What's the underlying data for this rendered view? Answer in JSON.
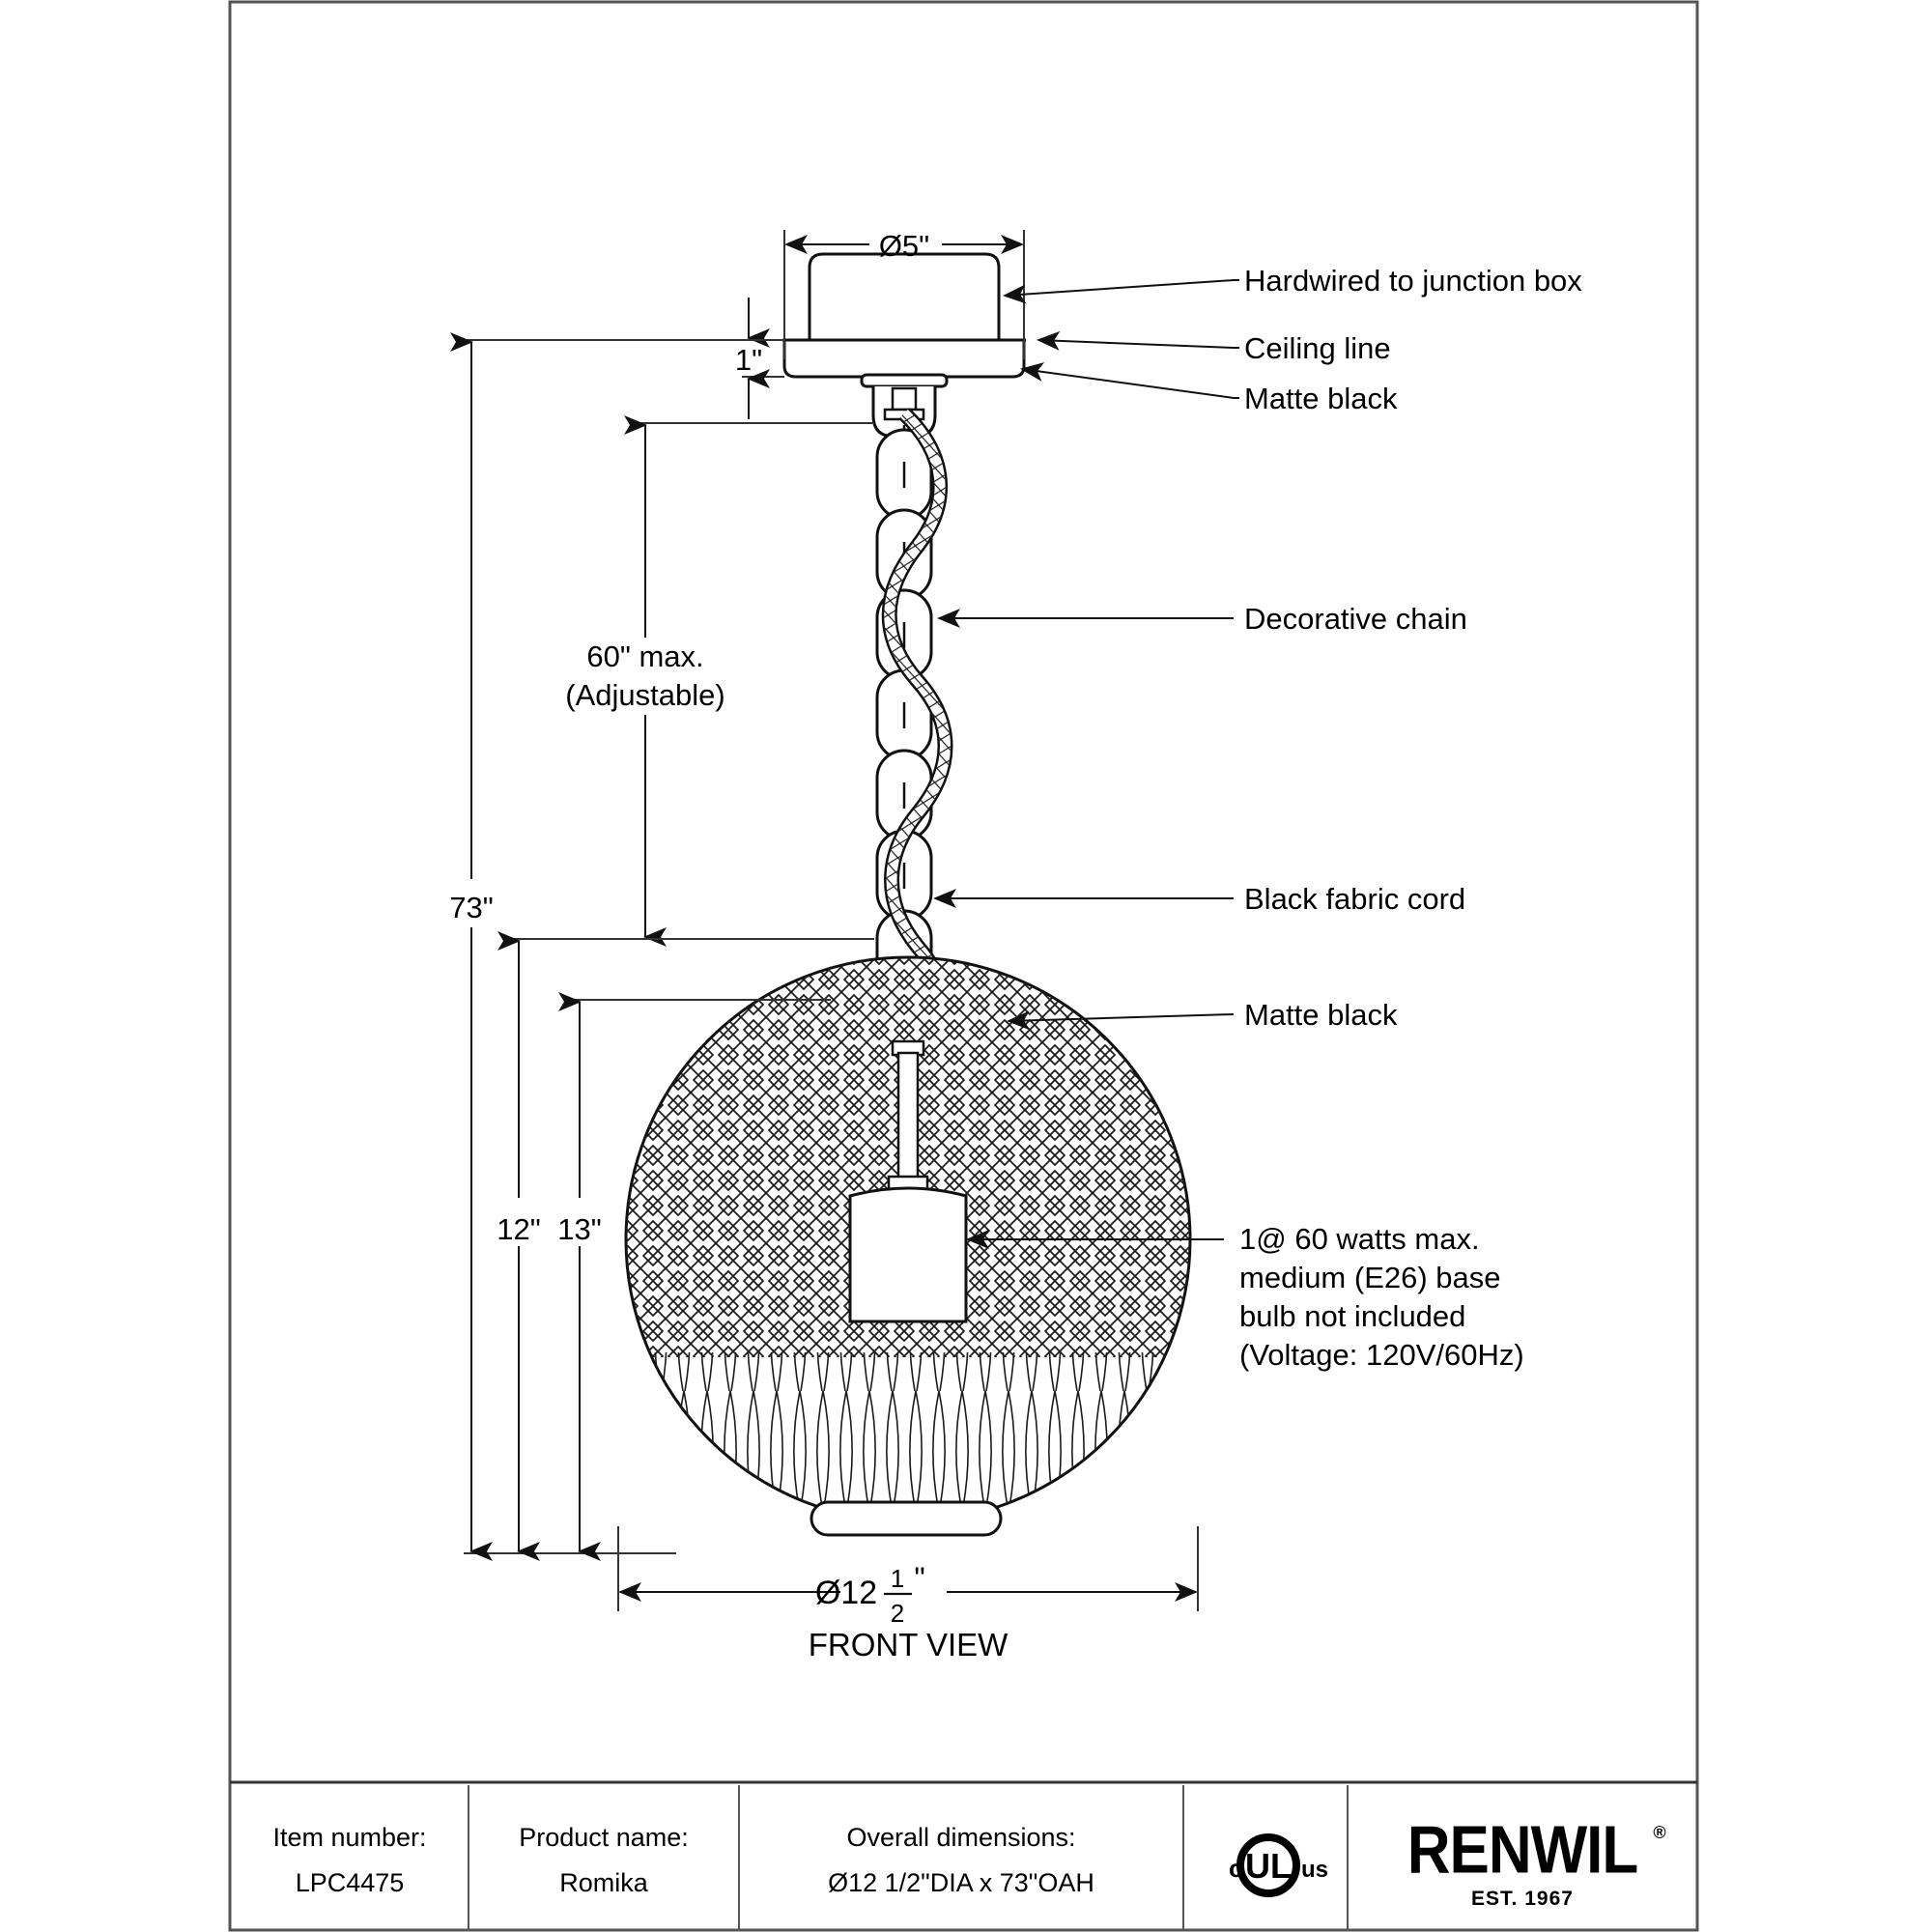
{
  "sheet": {
    "view_label": "FRONT VIEW"
  },
  "dimensions": {
    "canopy_diameter": "Ø5\"",
    "canopy_height": "1\"",
    "drop_max_line1": "60\" max.",
    "drop_max_line2": "(Adjustable)",
    "overall_height": "73\"",
    "globe_outer_height": "13\"",
    "globe_inner_height": "12\"",
    "globe_diameter_prefix": "Ø12",
    "globe_diameter_num": "1",
    "globe_diameter_den": "2",
    "globe_diameter_unit": "\""
  },
  "callouts": [
    {
      "id": "hardwired",
      "text": "Hardwired to junction box"
    },
    {
      "id": "ceiling-line",
      "text": "Ceiling line"
    },
    {
      "id": "matte-black-top",
      "text": "Matte black"
    },
    {
      "id": "decorative-chain",
      "text": "Decorative chain"
    },
    {
      "id": "black-fabric-cord",
      "text": "Black fabric cord"
    },
    {
      "id": "matte-black-globe",
      "text": "Matte black"
    }
  ],
  "bulb_note": {
    "line1": "1@ 60 watts max.",
    "line2": "medium (E26) base",
    "line3": "bulb not included",
    "line4": "(Voltage: 120V/60Hz)"
  },
  "title_block": {
    "item_number_label": "Item number:",
    "item_number_value": "LPC4475",
    "product_name_label": "Product name:",
    "product_name_value": "Romika",
    "overall_dimensions_label": "Overall dimensions:",
    "overall_dimensions_value": "Ø12 1/2\"DIA x 73\"OAH",
    "certification": {
      "left": "c",
      "mark": "UL",
      "right": "us",
      "registered": "®"
    },
    "brand": "RENWIL",
    "brand_registered": "®",
    "brand_established": "EST. 1967"
  },
  "colors": {
    "line": "#1a1a1a",
    "thin_line": "#333333",
    "border": "#555555",
    "background": "#ffffff"
  }
}
